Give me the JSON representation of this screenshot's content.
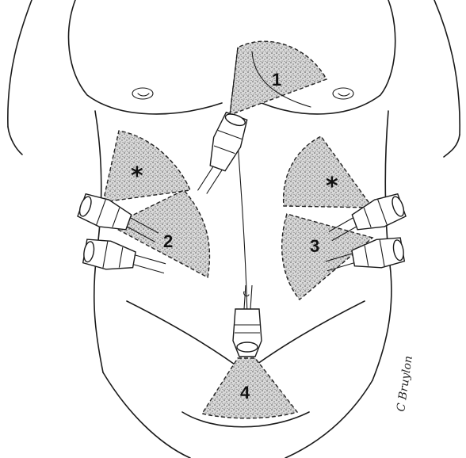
{
  "diagram": {
    "zones": [
      {
        "id": "zone-1",
        "label": "1"
      },
      {
        "id": "zone-2",
        "label": "2"
      },
      {
        "id": "zone-3",
        "label": "3"
      },
      {
        "id": "zone-4",
        "label": "4"
      }
    ],
    "markers": [
      {
        "id": "marker-right",
        "label": "*"
      },
      {
        "id": "marker-left",
        "label": "*"
      }
    ],
    "signature": "C Bruylon"
  }
}
